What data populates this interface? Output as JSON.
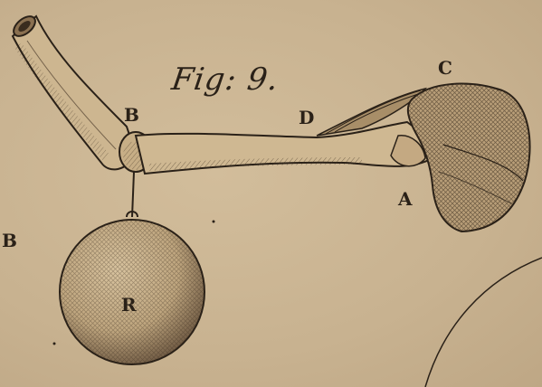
{
  "figure": {
    "title": "Fig: 9.",
    "labels": {
      "B_joint": "B",
      "B_left": "B",
      "C": "C",
      "D": "D",
      "A": "A",
      "R": "R"
    }
  },
  "colors": {
    "paper": "#c9b493",
    "ink": "#2a2118",
    "bone": "#cdb690"
  }
}
